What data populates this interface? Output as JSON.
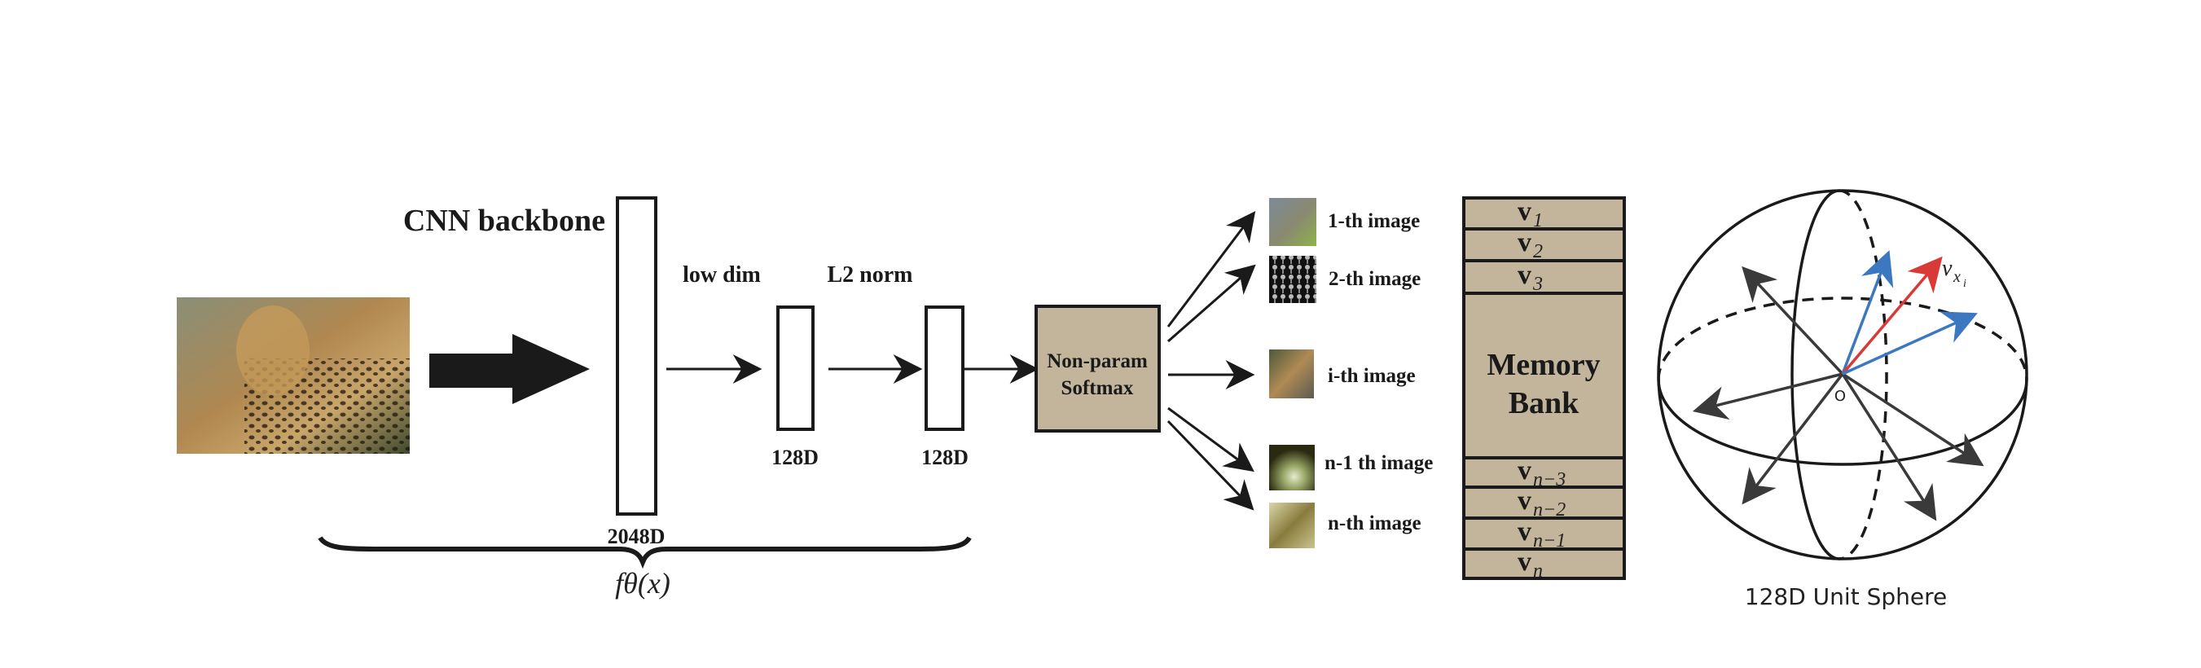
{
  "pipeline": {
    "backbone_label": "CNN backbone",
    "backbone_dim": "2048D",
    "lowdim_label": "low dim",
    "lowdim_dim": "128D",
    "l2norm_label": "L2 norm",
    "l2norm_dim": "128D",
    "softmax_line1": "Non-param",
    "softmax_line2": "Softmax",
    "brace_label": "fθ(x)",
    "brace_func": "f",
    "brace_sub": "θ",
    "brace_arg": "(x)"
  },
  "images": [
    {
      "label": "1-th image"
    },
    {
      "label": "2-th image"
    },
    {
      "label": "i-th image"
    },
    {
      "label": "n-1 th image"
    },
    {
      "label": "n-th image"
    }
  ],
  "memory_bank": {
    "title_line1": "Memory",
    "title_line2": "Bank",
    "top_rows": [
      {
        "sym": "v",
        "sub": "1"
      },
      {
        "sym": "v",
        "sub": "2"
      },
      {
        "sym": "v",
        "sub": "3"
      }
    ],
    "bottom_rows": [
      {
        "sym": "v",
        "sub": "n−3"
      },
      {
        "sym": "v",
        "sub": "n−2"
      },
      {
        "sym": "v",
        "sub": "n−1"
      },
      {
        "sym": "v",
        "sub": "n"
      }
    ]
  },
  "sphere": {
    "caption": "128D Unit Sphere",
    "origin_label": "O",
    "vector_label_main": "v",
    "vector_label_sub": "x",
    "vector_label_subsub": "i"
  },
  "colors": {
    "box_fill": "#c2b59b",
    "highlight_vector": "#d93a35",
    "neighbor_vector": "#3b78c0",
    "other_vector": "#3a3a3a"
  }
}
